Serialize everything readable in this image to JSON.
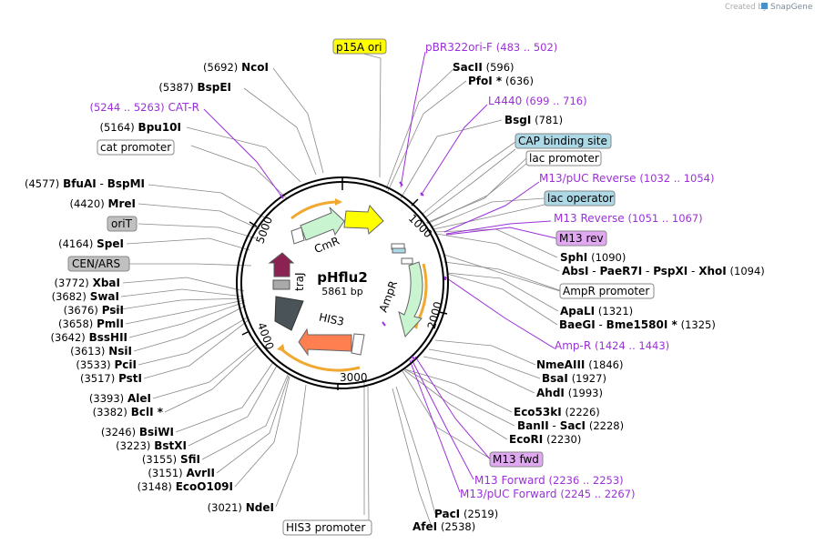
{
  "credit": {
    "created_by": "Created by",
    "brand": "SnapGene"
  },
  "plasmid": {
    "name": "pHflu2",
    "size": "5861 bp"
  },
  "ticks": [
    "1000",
    "2000",
    "3000",
    "4000",
    "5000"
  ],
  "features": [
    "CmR",
    "AmpR",
    "HIS3",
    "traJ"
  ],
  "sites": [
    {
      "id": "s1",
      "name": "NcoI",
      "pos": "(5692)"
    },
    {
      "id": "s2",
      "name": "BspEI",
      "pos": "(5387)"
    },
    {
      "id": "s3",
      "name": "Bpu10I",
      "pos": "(5164)"
    },
    {
      "id": "s4",
      "name": "BfuAI",
      "name2": "BspMI",
      "pos": "(4577)"
    },
    {
      "id": "s5",
      "name": "MreI",
      "pos": "(4420)"
    },
    {
      "id": "s6",
      "name": "SpeI",
      "pos": "(4164)"
    },
    {
      "id": "s7",
      "name": "XbaI",
      "pos": "(3772)"
    },
    {
      "id": "s8",
      "name": "SwaI",
      "pos": "(3682)"
    },
    {
      "id": "s9",
      "name": "PsiI",
      "pos": "(3676)"
    },
    {
      "id": "s10",
      "name": "PmlI",
      "pos": "(3658)"
    },
    {
      "id": "s11",
      "name": "BssHII",
      "pos": "(3642)"
    },
    {
      "id": "s12",
      "name": "NsiI",
      "pos": "(3613)"
    },
    {
      "id": "s13",
      "name": "PciI",
      "pos": "(3533)"
    },
    {
      "id": "s14",
      "name": "PstI",
      "pos": "(3517)"
    },
    {
      "id": "s15",
      "name": "AleI",
      "pos": "(3393)"
    },
    {
      "id": "s16",
      "name": "BclI *",
      "pos": "(3382)"
    },
    {
      "id": "s17",
      "name": "BsiWI",
      "pos": "(3246)"
    },
    {
      "id": "s18",
      "name": "BstXI",
      "pos": "(3223)"
    },
    {
      "id": "s19",
      "name": "SfiI",
      "pos": "(3155)"
    },
    {
      "id": "s20",
      "name": "AvrII",
      "pos": "(3151)"
    },
    {
      "id": "s21",
      "name": "EcoO109I",
      "pos": "(3148)"
    },
    {
      "id": "s22",
      "name": "NdeI",
      "pos": "(3021)"
    },
    {
      "id": "s23",
      "name": "SacII",
      "pos": "(596)"
    },
    {
      "id": "s24",
      "name": "PfoI *",
      "pos": "(636)"
    },
    {
      "id": "s25",
      "name": "BsgI",
      "pos": "(781)"
    },
    {
      "id": "s26",
      "name": "SphI",
      "pos": "(1090)"
    },
    {
      "id": "s27",
      "name": "AbsI",
      "name2": "PaeR7I",
      "name3": "PspXI",
      "name4": "XhoI",
      "pos": "(1094)"
    },
    {
      "id": "s28",
      "name": "ApaLI",
      "pos": "(1321)"
    },
    {
      "id": "s29",
      "name": "BaeGI",
      "name2": "Bme1580I *",
      "pos": "(1325)"
    },
    {
      "id": "s30",
      "name": "NmeAIII",
      "pos": "(1846)"
    },
    {
      "id": "s31",
      "name": "BsaI",
      "pos": "(1927)"
    },
    {
      "id": "s32",
      "name": "AhdI",
      "pos": "(1993)"
    },
    {
      "id": "s33",
      "name": "Eco53kI",
      "pos": "(2226)"
    },
    {
      "id": "s34",
      "name": "BanII",
      "name2": "SacI",
      "pos": "(2228)"
    },
    {
      "id": "s35",
      "name": "EcoRI",
      "pos": "(2230)"
    },
    {
      "id": "s36",
      "name": "PacI",
      "pos": "(2519)"
    },
    {
      "id": "s37",
      "name": "AfeI",
      "pos": "(2538)"
    }
  ],
  "primers": [
    {
      "id": "p1",
      "name": "CAT-R",
      "range": "(5244 .. 5263)"
    },
    {
      "id": "p2",
      "name": "pBR322ori-F",
      "range": "(483 .. 502)"
    },
    {
      "id": "p3",
      "name": "L4440",
      "range": "(699 .. 716)"
    },
    {
      "id": "p4",
      "name": "M13/pUC Reverse",
      "range": "(1032 .. 1054)"
    },
    {
      "id": "p5",
      "name": "M13 Reverse",
      "range": "(1051 .. 1067)"
    },
    {
      "id": "p6",
      "name": "Amp-R",
      "range": "(1424 .. 1443)"
    },
    {
      "id": "p7",
      "name": "M13 Forward",
      "range": "(2236 .. 2253)"
    },
    {
      "id": "p8",
      "name": "M13/pUC Forward",
      "range": "(2245 .. 2267)"
    }
  ],
  "boxes": [
    {
      "id": "b1",
      "label": "p15A ori",
      "color": "#ffff00"
    },
    {
      "id": "b2",
      "label": "cat promoter",
      "color": "#ffffff"
    },
    {
      "id": "b3",
      "label": "oriT",
      "color": "#c0c0c0"
    },
    {
      "id": "b4",
      "label": "CEN/ARS",
      "color": "#c0c0c0"
    },
    {
      "id": "b5",
      "label": "CAP binding site",
      "color": "#add8e6"
    },
    {
      "id": "b6",
      "label": "lac promoter",
      "color": "#ffffff"
    },
    {
      "id": "b7",
      "label": "lac operator",
      "color": "#add8e6"
    },
    {
      "id": "b8",
      "label": "M13 rev",
      "color": "#e0a8f0"
    },
    {
      "id": "b9",
      "label": "AmpR promoter",
      "color": "#ffffff"
    },
    {
      "id": "b10",
      "label": "M13 fwd",
      "color": "#e0a8f0"
    },
    {
      "id": "b11",
      "label": "HIS3 promoter",
      "color": "#ffffff"
    }
  ]
}
